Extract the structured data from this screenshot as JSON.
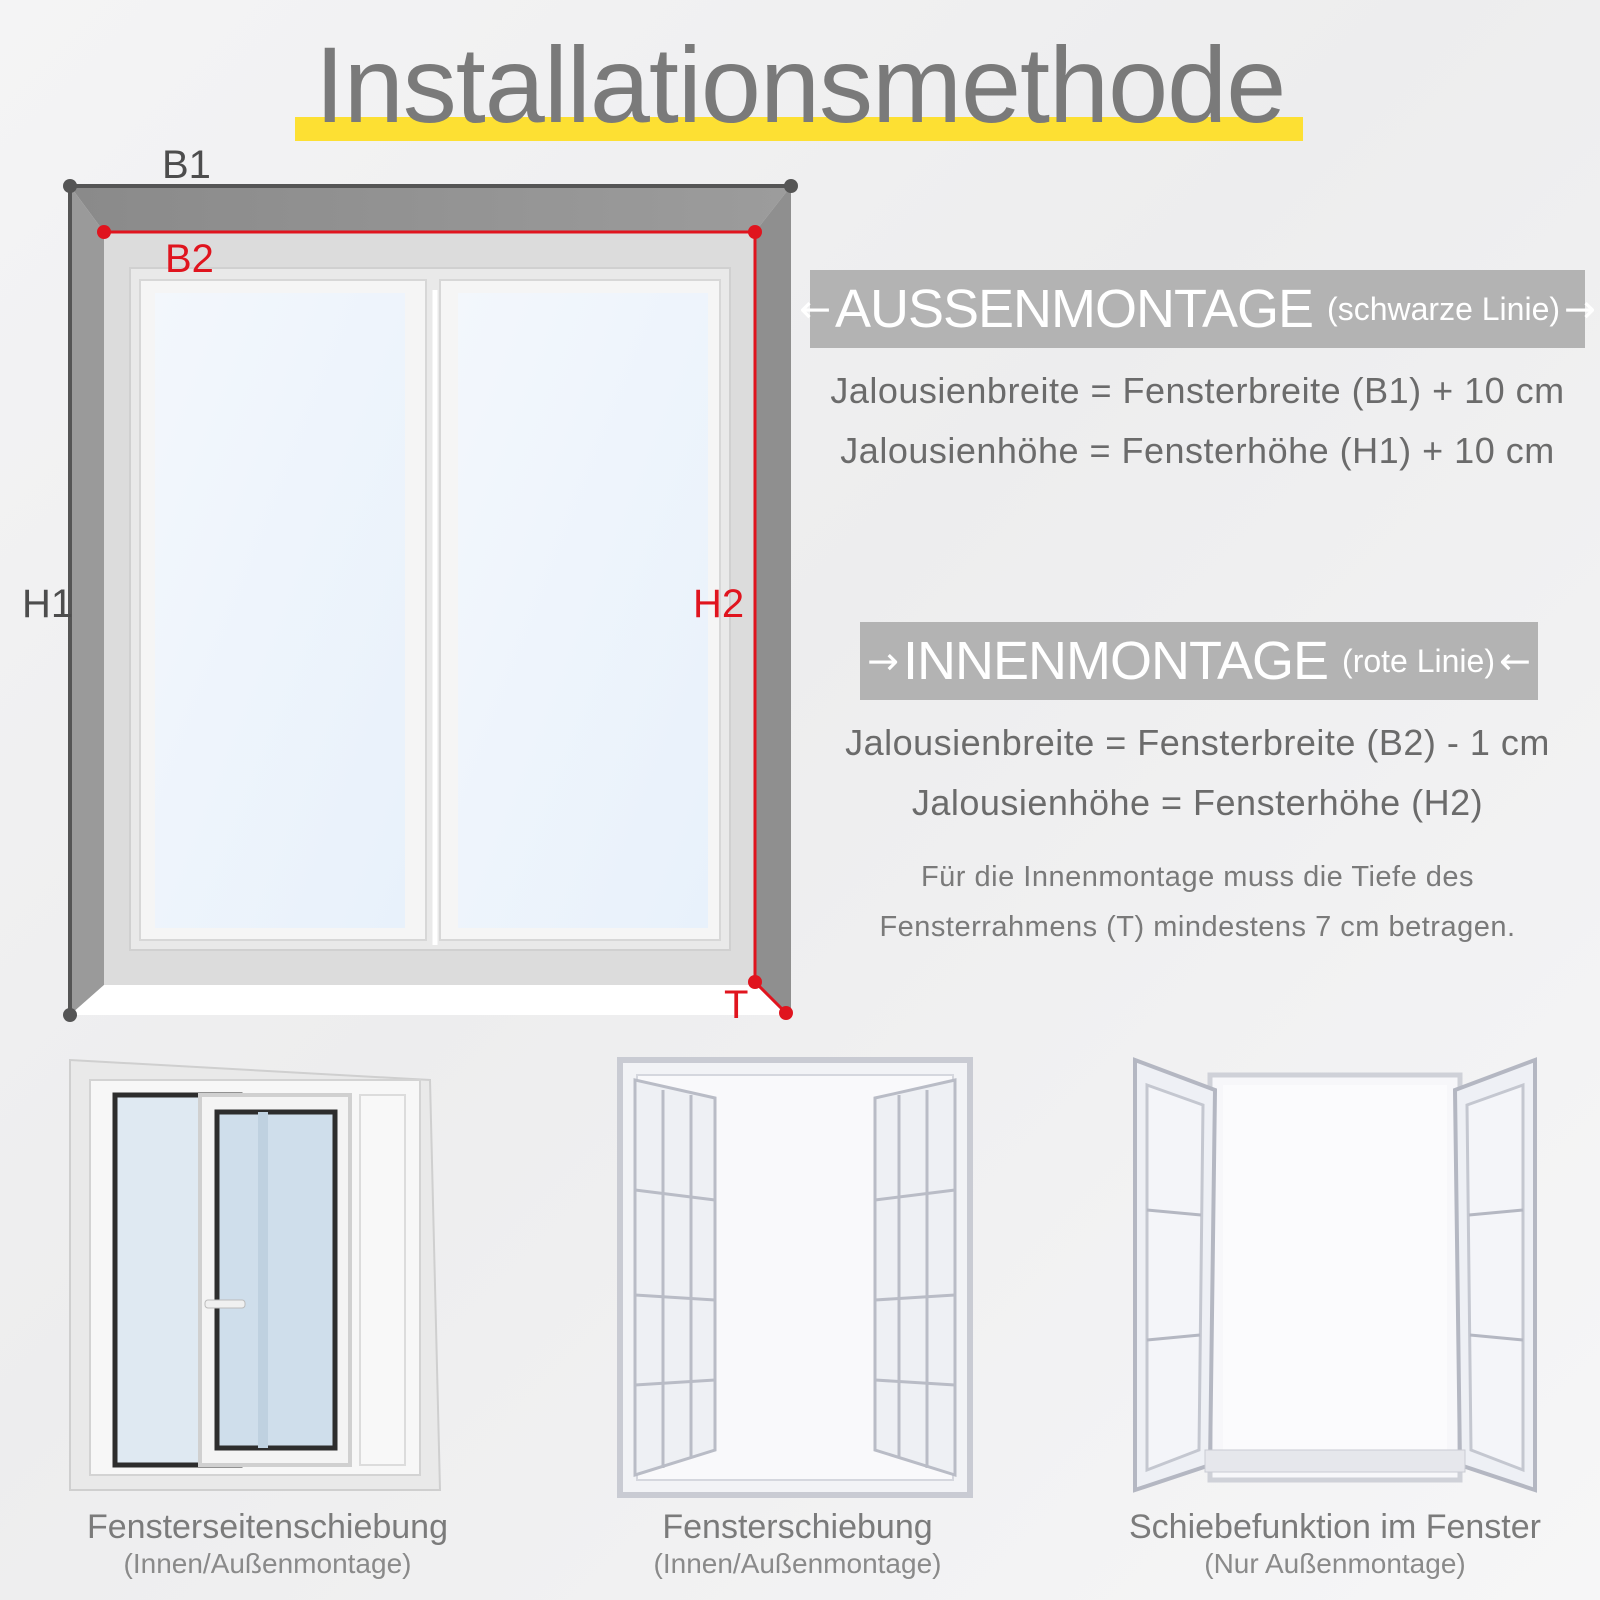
{
  "title": "Installationsmethode",
  "diagram": {
    "labels": {
      "b1": "B1",
      "b2": "B2",
      "h1": "H1",
      "h2": "H2",
      "t": "T"
    },
    "colors": {
      "outer_line": "#555555",
      "inner_line": "#e0141e"
    }
  },
  "outside_mount": {
    "arrow_left": "←",
    "heading": "AUSSENMONTAGE",
    "subheading": "(schwarze Linie)",
    "arrow_right": "→",
    "width_formula": "Jalousienbreite = Fensterbreite (B1) + 10 cm",
    "height_formula": "Jalousienhöhe = Fensterhöhe (H1) + 10 cm"
  },
  "inside_mount": {
    "arrow_left": "→",
    "heading": "INNENMONTAGE",
    "subheading": "(rote Linie)",
    "arrow_right": "←",
    "width_formula": "Jalousienbreite = Fensterbreite (B2) - 1 cm",
    "height_formula": "Jalousienhöhe = Fensterhöhe (H2)",
    "note_line1": "Für die Innenmontage muss die Tiefe des",
    "note_line2": "Fensterrahmens (T) mindestens 7 cm betragen."
  },
  "window_types": [
    {
      "title": "Fensterseitenschiebung",
      "subtitle": "(Innen/Außenmontage)"
    },
    {
      "title": "Fensterschiebung",
      "subtitle": "(Innen/Außenmontage)"
    },
    {
      "title": "Schiebefunktion im Fenster",
      "subtitle": "(Nur Außenmontage)"
    }
  ],
  "colors": {
    "title_highlight": "#fde033",
    "heading_bg": "#b3b3b3",
    "accent_red": "#e0141e"
  }
}
